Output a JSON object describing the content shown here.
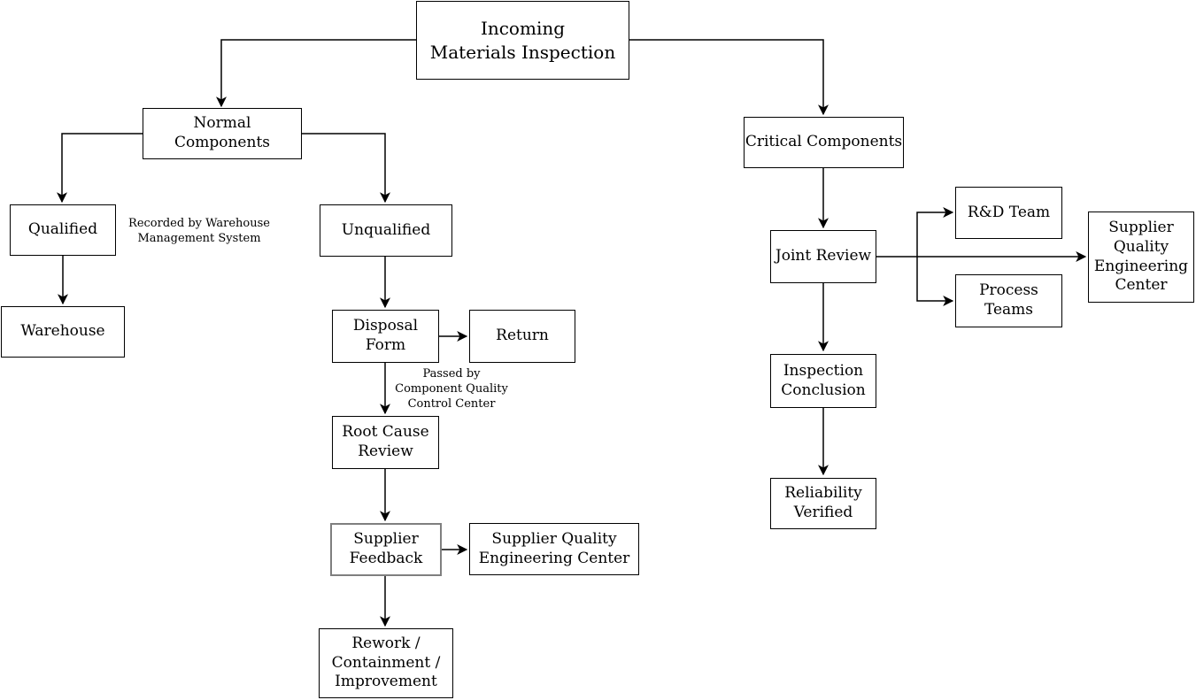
{
  "diagram": {
    "title_node": "Incoming\nMaterials Inspection",
    "nodes": {
      "normal": "Normal Components",
      "qualified": "Qualified",
      "unqualified": "Unqualified",
      "warehouse": "Warehouse",
      "disposal_form": "Disposal\nForm",
      "return": "Return",
      "root_cause_review": "Root Cause\nReview",
      "supplier_feedback": "Supplier\nFeedback",
      "sqec_left": "Supplier Quality\nEngineering Center",
      "rework": "Rework /\nContainment /\nImprovement",
      "critical": "Critical Components",
      "joint_review": "Joint Review",
      "rnd_team": "R&D Team",
      "process_teams": "Process\nTeams",
      "sqec_right": "Supplier\nQuality\nEngineering\nCenter",
      "inspection_conclusion": "Inspection\nConclusion",
      "reliability_verified": "Reliability\nVerified"
    },
    "annotations": {
      "recorded_by": "Recorded by Warehouse\nManagement System",
      "passed_by": "Passed by\nComponent Quality\nControl Center"
    },
    "colors": {
      "line": "#000000",
      "box_border": "#000000",
      "feedback_border": "#7f7f7f",
      "background": "#ffffff",
      "text": "#000000"
    }
  }
}
